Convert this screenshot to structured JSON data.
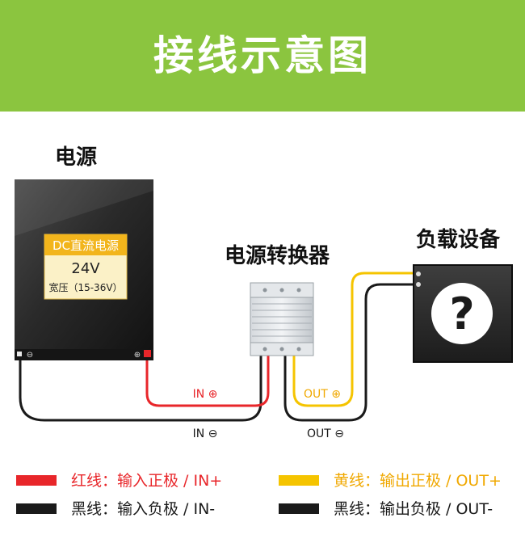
{
  "header": {
    "title": "接线示意图"
  },
  "labels": {
    "power": "电源",
    "converter": "电源转换器",
    "load": "负载设备"
  },
  "power_card": {
    "line1": "DC直流电源",
    "line2": "24V",
    "line3": "宽压（15-36V）"
  },
  "load_symbol": "?",
  "wires": {
    "in_pos": "IN ⊕",
    "in_neg": "IN ⊖",
    "out_pos": "OUT ⊕",
    "out_neg": "OUT ⊖"
  },
  "legend": [
    {
      "text": "红线：输入正极 / IN+",
      "color": "#e8262a"
    },
    {
      "text": "黑线：输入负极 / IN-",
      "color": "#1a1a1a"
    },
    {
      "text": "黄线：输出正极 / OUT+",
      "color": "#f5c400"
    },
    {
      "text": "黑线：输出负极 / OUT-",
      "color": "#1a1a1a"
    }
  ],
  "colors": {
    "banner": "#8bc53f",
    "red_wire": "#e8262a",
    "yellow_wire": "#f5c400",
    "yellow_text": "#f0a800",
    "black_wire": "#1a1a1a"
  }
}
